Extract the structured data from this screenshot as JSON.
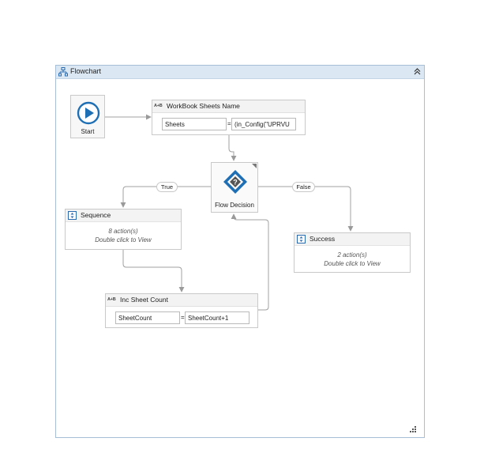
{
  "flowchart": {
    "title": "Flowchart"
  },
  "start": {
    "label": "Start"
  },
  "workbook_assign": {
    "title": "WorkBook Sheets Name",
    "icon_text": "A+B",
    "left_value": "Sheets",
    "right_value": "(in_Config(\"UPRVU"
  },
  "decision": {
    "label": "Flow Decision",
    "true_label": "True",
    "false_label": "False"
  },
  "sequence": {
    "title": "Sequence",
    "actions": "8 action(s)",
    "hint": "Double click to View"
  },
  "success": {
    "title": "Success",
    "actions": "2 action(s)",
    "hint": "Double click to View"
  },
  "inc_assign": {
    "title": "Inc Sheet Count",
    "icon_text": "A+B",
    "left_value": "SheetCount",
    "right_value": "SheetCount+1"
  },
  "eq_symbol": "=",
  "colors": {
    "accent_blue": "#1f6fb5",
    "header_bg": "#dbe7f3",
    "connector": "#a0a0a0"
  }
}
